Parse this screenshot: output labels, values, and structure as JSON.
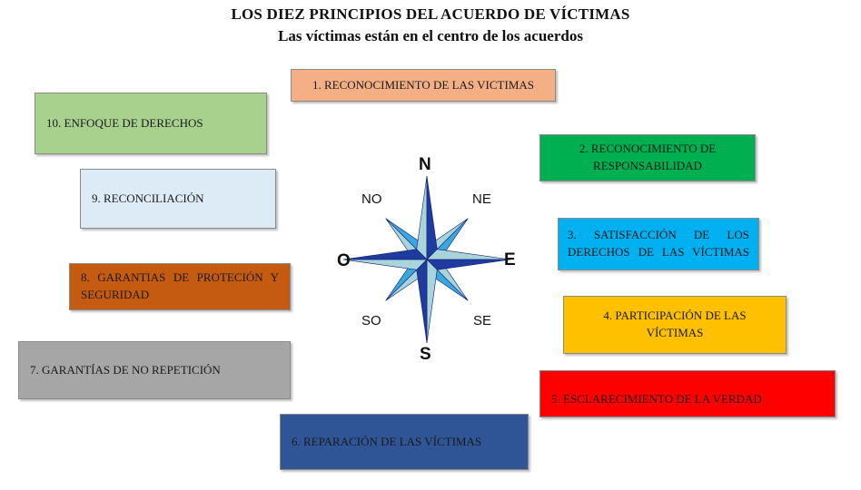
{
  "header": {
    "title": "LOS DIEZ PRINCIPIOS DEL ACUERDO DE VÍCTIMAS",
    "subtitle": "Las víctimas están en el centro de los acuerdos"
  },
  "principles": [
    {
      "label": "1. RECONOCIMIENTO DE LAS VICTIMAS",
      "color": "#f4b084"
    },
    {
      "label": "2. RECONOCIMIENTO DE RESPONSABILIDAD",
      "color": "#00b050"
    },
    {
      "label": "3.  SATISFACCIÓN  DE  LOS DERECHOS DE LAS VÍCTIMAS",
      "color": "#00b0f0"
    },
    {
      "label": "4. PARTICIPACIÓN DE LAS VÍCTIMAS",
      "color": "#ffc000"
    },
    {
      "label": "5. ESCLARECIMIENTO DE LA VERDAD",
      "color": "#ff0000"
    },
    {
      "label": "6. REPARACIÓN DE LAS VÍCTIMAS",
      "color": "#2f5597"
    },
    {
      "label": "7. GARANTÍAS DE NO REPETICIÓN",
      "color": "#a6a6a6"
    },
    {
      "label": "8.  GARANTIAS  DE  PROTECIÓN  Y SEGURIDAD",
      "color": "#c55a11"
    },
    {
      "label": "9. RECONCILIACIÓN",
      "color": "#ddebf7"
    },
    {
      "label": "10. ENFOQUE DE DERECHOS",
      "color": "#a9d18e"
    }
  ],
  "compass": {
    "n": "N",
    "s": "S",
    "e": "E",
    "o": "O",
    "ne": "NE",
    "no": "NO",
    "se": "SE",
    "so": "SO",
    "dark_color": "#1f3ba0",
    "light_color": "#a8d4dc",
    "mid_color": "#3aa7e0"
  }
}
